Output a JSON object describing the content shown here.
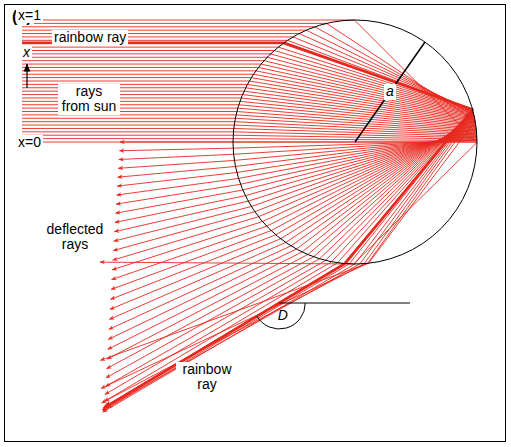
{
  "diagram": {
    "labels": [
      "(a)",
      "x=1",
      "x",
      "rainbow ray",
      "rays from sun",
      "x=0",
      "a",
      "deflected rays",
      "rainbow ray",
      "D"
    ]
  }
}
